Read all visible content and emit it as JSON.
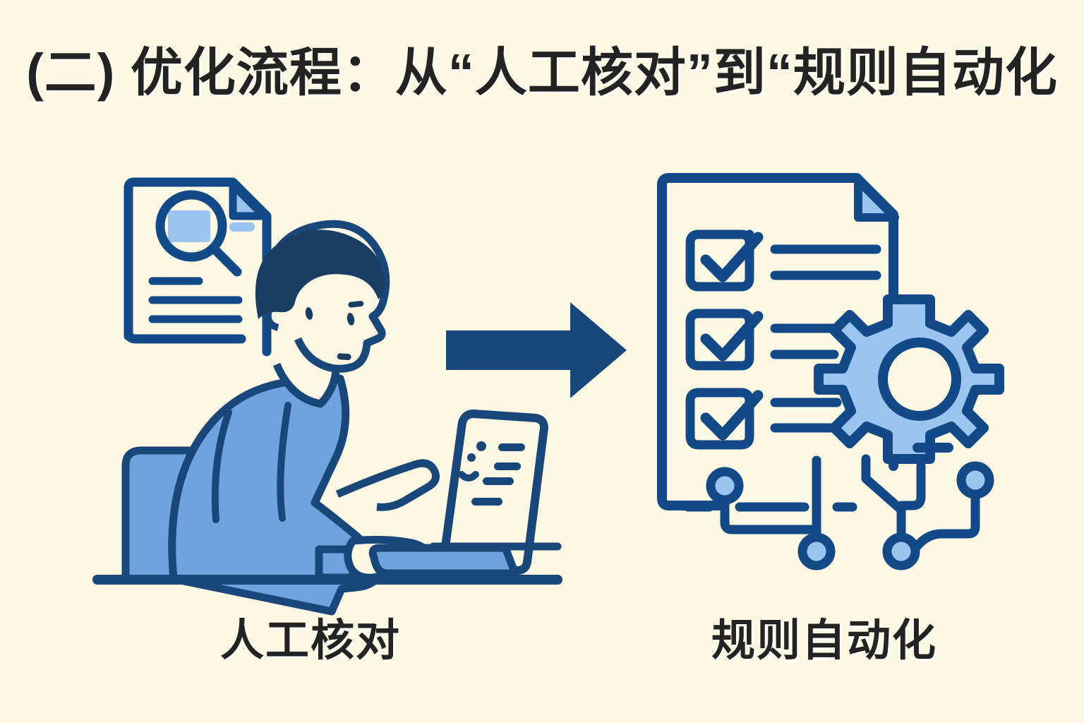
{
  "page": {
    "background_color": "#FDF8E3",
    "title": "(二) 优化流程：从“人工核对”到“规则自动化",
    "title_color": "#232323"
  },
  "palette": {
    "background": "#FDF8E3",
    "ink_navy": "#124A87",
    "dark_navy": "#123A63",
    "arrow_navy": "#1A4779",
    "mid_blue": "#6FA3DF",
    "light_blue": "#9CC4F0",
    "hair_navy": "#1A3E63",
    "text_black": "#232323"
  },
  "left_panel": {
    "caption": "人工核对",
    "icons": [
      {
        "name": "document-with-magnifier-icon",
        "meaning": "manual document inspection"
      },
      {
        "name": "person-at-laptop-icon",
        "meaning": "worker checking data manually"
      }
    ],
    "document": {
      "corner_fold": true,
      "magnifier": true,
      "highlight_block": true,
      "text_line_count": 3
    }
  },
  "arrow": {
    "name": "right-arrow-icon",
    "direction": "right",
    "color": "#1A4779"
  },
  "right_panel": {
    "caption": "规则自动化",
    "icons": [
      {
        "name": "checklist-document-icon",
        "meaning": "automated rule checklist"
      },
      {
        "name": "gear-icon",
        "meaning": "automation engine"
      },
      {
        "name": "circuit-trace-icon",
        "meaning": "automated data flow"
      }
    ],
    "document": {
      "corner_fold": true,
      "checklist_rows": 3,
      "checked": [
        true,
        true,
        true
      ],
      "lines_per_row": 2
    },
    "gear": {
      "teeth": 8,
      "fill": "#9CC4F0",
      "stroke": "#124A87"
    },
    "circuit": {
      "node_count": 4,
      "node_fill": "#9CC4F0",
      "node_stroke": "#124A87"
    }
  }
}
